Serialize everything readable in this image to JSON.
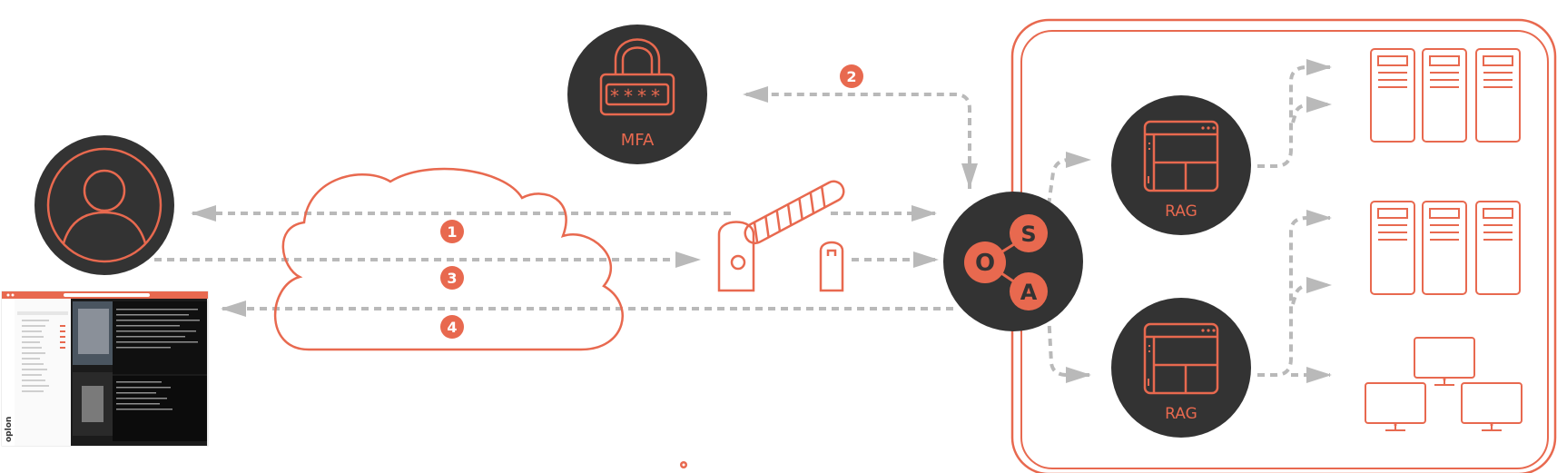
{
  "colors": {
    "accent": "#e8694f",
    "dark": "#333333",
    "arrow": "#b9b9b9",
    "white": "#ffffff"
  },
  "nodes": {
    "mfa": {
      "label": "MFA",
      "icon": "padlock-icon",
      "code": "****"
    },
    "user": {
      "icon": "user-icon"
    },
    "osa": {
      "letters": [
        "O",
        "S",
        "A"
      ],
      "icon": "osa-logo-icon"
    },
    "rag_top": {
      "label": "RAG",
      "icon": "app-window-icon"
    },
    "rag_bottom": {
      "label": "RAG",
      "icon": "app-window-icon"
    },
    "gateway": {
      "icon": "barrier-gate-icon"
    },
    "cloud": {
      "icon": "cloud-icon"
    },
    "servers_top": {
      "icon": "server-rack-icon",
      "count": 3
    },
    "servers_mid": {
      "icon": "server-rack-icon",
      "count": 3
    },
    "workstations": {
      "icon": "desktop-monitor-icon",
      "count": 3
    }
  },
  "steps": [
    "1",
    "2",
    "3",
    "4"
  ],
  "screenshot": {
    "brand": "oplon"
  }
}
